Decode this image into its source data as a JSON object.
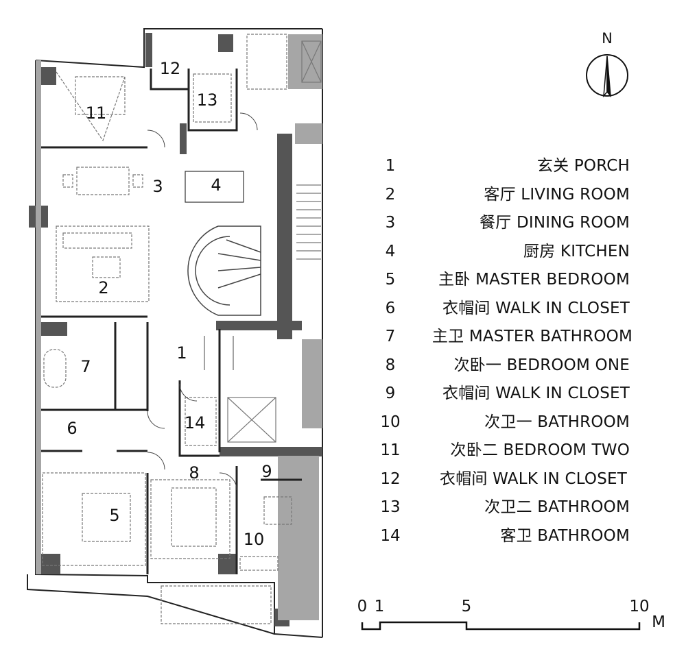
{
  "compass": {
    "label": "N"
  },
  "rooms_on_plan": [
    {
      "num": "1"
    },
    {
      "num": "2"
    },
    {
      "num": "3"
    },
    {
      "num": "4"
    },
    {
      "num": "5"
    },
    {
      "num": "6"
    },
    {
      "num": "7"
    },
    {
      "num": "8"
    },
    {
      "num": "9"
    },
    {
      "num": "10"
    },
    {
      "num": "11"
    },
    {
      "num": "12"
    },
    {
      "num": "13"
    },
    {
      "num": "14"
    }
  ],
  "legend": [
    {
      "num": "1",
      "label": "玄关  PORCH"
    },
    {
      "num": "2",
      "label": "客厅  LIVING  ROOM"
    },
    {
      "num": "3",
      "label": "餐厅  DINING ROOM"
    },
    {
      "num": "4",
      "label": "厨房  KITCHEN"
    },
    {
      "num": "5",
      "label": "主卧  MASTER BEDROOM"
    },
    {
      "num": "6",
      "label": "衣帽间  WALK IN CLOSET"
    },
    {
      "num": "7",
      "label": "主卫  MASTER BATHROOM"
    },
    {
      "num": "8",
      "label": "次卧一  BEDROOM ONE"
    },
    {
      "num": "9",
      "label": "衣帽间  WALK IN CLOSET"
    },
    {
      "num": "10",
      "label": "次卫一  BATHROOM"
    },
    {
      "num": "11",
      "label": "次卧二  BEDROOM TWO"
    },
    {
      "num": "12",
      "label": "衣帽间  WALK IN CLOSET"
    },
    {
      "num": "13",
      "label": "次卫二  BATHROOM"
    },
    {
      "num": "14",
      "label": "客卫  BATHROOM"
    }
  ],
  "scale_bar": {
    "ticks": [
      "0",
      "1",
      "5",
      "10"
    ],
    "unit": "M"
  },
  "colors": {
    "wall": "#555555",
    "wall_light": "#9a9a9a",
    "line": "#222222",
    "furniture": "#777777"
  }
}
